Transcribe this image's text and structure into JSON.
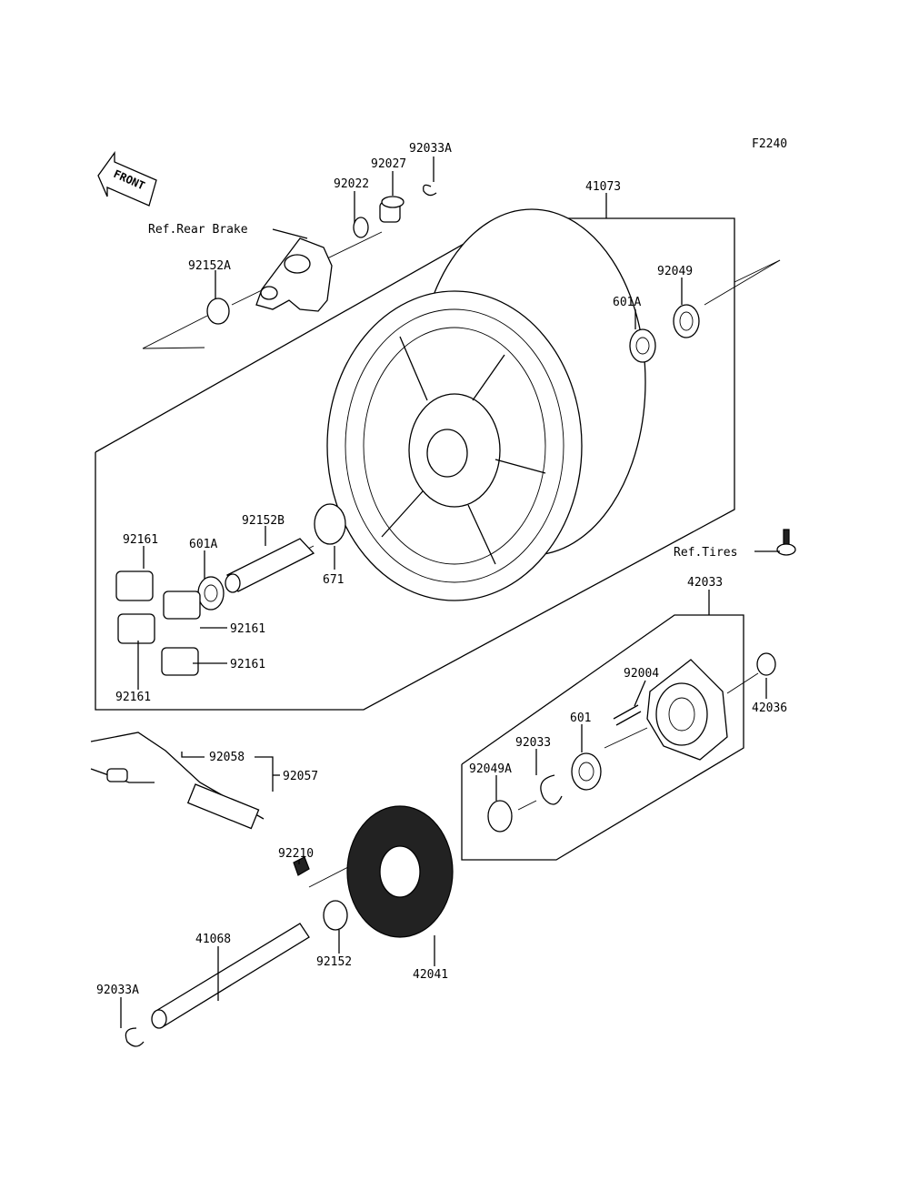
{
  "diagram": {
    "code": "F2240",
    "front_arrow": "FRONT",
    "refs": {
      "rear_brake": "Ref.Rear Brake",
      "tires": "Ref.Tires"
    },
    "callouts": {
      "p92033A_top": "92033A",
      "p92027": "92027",
      "p92022": "92022",
      "p41073": "41073",
      "p92152A": "92152A",
      "p92049": "92049",
      "p601A_top": "601A",
      "p92152B": "92152B",
      "p92161_a": "92161",
      "p601A_left": "601A",
      "p671": "671",
      "p92161_b": "92161",
      "p92161_c": "92161",
      "p92161_d": "92161",
      "p42033": "42033",
      "p92004": "92004",
      "p42036": "42036",
      "p601": "601",
      "p92033": "92033",
      "p92049A": "92049A",
      "p92058": "92058",
      "p92057": "92057",
      "p92210": "92210",
      "p92152": "92152",
      "p42041": "42041",
      "p41068": "41068",
      "p92033A_bottom": "92033A"
    }
  }
}
